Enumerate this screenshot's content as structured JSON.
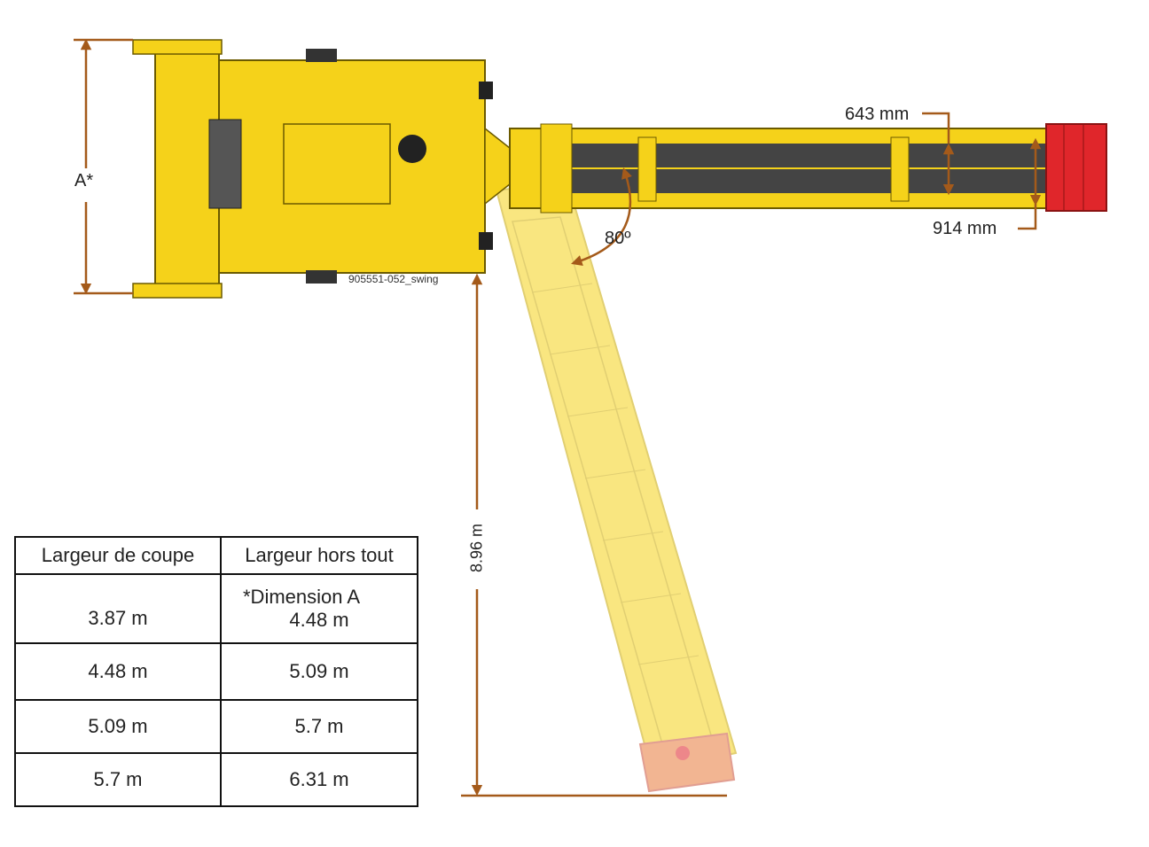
{
  "labels": {
    "dimension_a": "A*",
    "angle": "80º",
    "width_643": "643 mm",
    "width_914": "914 mm",
    "length_896": "8.96 m",
    "drawing_ref": "905551-052_swing"
  },
  "table": {
    "headers": [
      "Largeur de coupe",
      "Largeur hors tout"
    ],
    "header_note": "*Dimension A",
    "rows": [
      [
        "3.87 m",
        "4.48 m"
      ],
      [
        "4.48 m",
        "5.09 m"
      ],
      [
        "5.09 m",
        "5.7 m"
      ],
      [
        "5.7 m",
        "6.31 m"
      ]
    ]
  },
  "colors": {
    "machine_yellow": "#f5d21a",
    "conveyor_red": "#e0262b",
    "dimension_brown": "#a45a1a",
    "belt_dark": "#444444"
  }
}
